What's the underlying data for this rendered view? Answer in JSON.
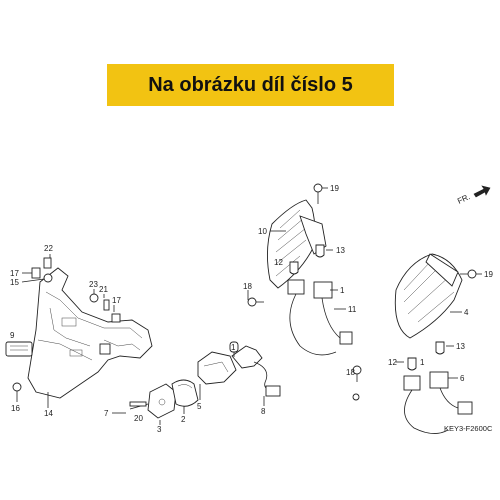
{
  "banner": {
    "text": "Na obrázku díl číslo 5",
    "color": "#f2c312"
  },
  "diagram": {
    "code": "KEY3-F2600C",
    "front_marker": "FR.",
    "callouts": [
      "1",
      "2",
      "3",
      "4",
      "5",
      "6",
      "7",
      "8",
      "9",
      "10",
      "11",
      "12",
      "13",
      "14",
      "15",
      "16",
      "17",
      "18",
      "19",
      "20",
      "21",
      "22",
      "23"
    ]
  }
}
